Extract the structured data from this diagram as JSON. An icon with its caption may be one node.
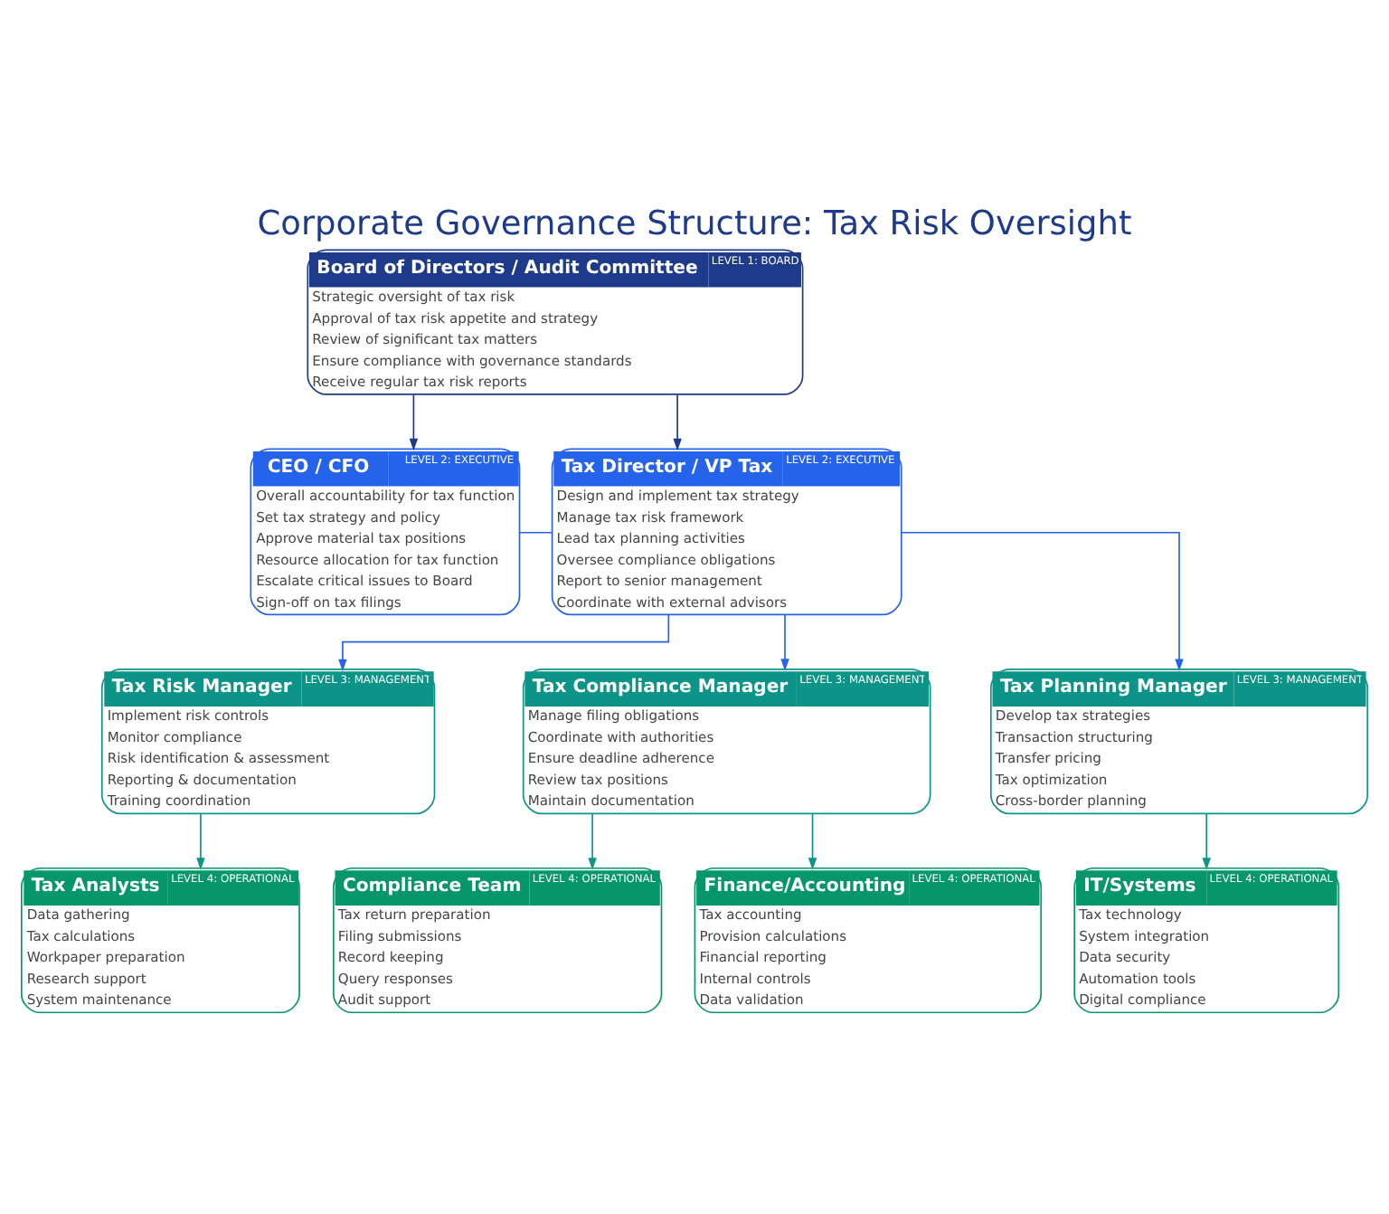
{
  "diagram": {
    "title": "Corporate Governance Structure: Tax Risk Oversight",
    "nodes": [
      {
        "text": [
          "Board of Directors / Audit Committee",
          "LEVEL 1: BOARD",
          "Strategic oversight of tax risk",
          "Approval of tax risk appetite and strategy",
          "Review of significant tax matters",
          "Ensure compliance with governance standards",
          "Receive regular tax risk reports"
        ]
      },
      {
        "text": [
          "CEO / CFO",
          "LEVEL 2: EXECUTIVE",
          "Overall accountability for tax function",
          "Set tax strategy and policy",
          "Approve material tax positions",
          "Resource allocation for tax function",
          "Escalate critical issues to Board",
          "Sign-off on tax filings"
        ]
      },
      {
        "text": [
          "Tax Director / VP Tax",
          "LEVEL 2: EXECUTIVE",
          "Design and implement tax strategy",
          "Manage tax risk framework",
          "Lead tax planning activities",
          "Oversee compliance obligations",
          "Report to senior management",
          "Coordinate with external advisors"
        ]
      },
      {
        "text": [
          "Tax Risk Manager",
          "LEVEL 3: MANAGEMENT",
          "Implement risk controls",
          "Monitor compliance",
          "Risk identification & assessment",
          "Reporting & documentation",
          "Training coordination"
        ]
      },
      {
        "text": [
          "Tax Compliance Manager",
          "LEVEL 3: MANAGEMENT",
          "Manage filing obligations",
          "Coordinate with authorities",
          "Ensure deadline adherence",
          "Review tax positions",
          "Maintain documentation"
        ]
      },
      {
        "text": [
          "Tax Planning Manager",
          "LEVEL 3: MANAGEMENT",
          "Develop tax strategies",
          "Transaction structuring",
          "Transfer pricing",
          "Tax optimization",
          "Cross-border planning"
        ]
      },
      {
        "text": [
          "Tax Analysts",
          "LEVEL 4: OPERATIONAL",
          "Data gathering",
          "Tax calculations",
          "Workpaper preparation",
          "Research support",
          "System maintenance"
        ]
      },
      {
        "text": [
          "Compliance Team",
          "LEVEL 4: OPERATIONAL",
          "Tax return preparation",
          "Filing submissions",
          "Record keeping",
          "Query responses",
          "Audit support"
        ]
      },
      {
        "text": [
          "Finance/Accounting",
          "LEVEL 4: OPERATIONAL",
          "Tax accounting",
          "Provision calculations",
          "Financial reporting",
          "Internal controls",
          "Data validation"
        ]
      },
      {
        "text": [
          "IT/Systems",
          "LEVEL 4: OPERATIONAL",
          "Tax technology",
          "System integration",
          "Data security",
          "Automation tools",
          "Digital compliance"
        ]
      }
    ],
    "edges": [
      {
        "from": 0,
        "to": 1,
        "arrow": "to",
        "color": "#1e3a8a"
      },
      {
        "from": 0,
        "to": 2,
        "arrow": "to",
        "color": "#1e3a8a"
      },
      {
        "from": 1,
        "to": 2,
        "arrow": "none"
      },
      {
        "from": 2,
        "to": 3,
        "arrow": "to"
      },
      {
        "from": 2,
        "to": 4,
        "arrow": "to"
      },
      {
        "from": 2,
        "to": 5,
        "arrow": "to"
      },
      {
        "from": 3,
        "to": 6,
        "arrow": "to",
        "color": "#0d9488"
      },
      {
        "from": 4,
        "to": 7,
        "arrow": "to",
        "color": "#0d9488"
      },
      {
        "from": 4,
        "to": 8,
        "arrow": "to",
        "color": "#0d9488"
      },
      {
        "from": 5,
        "to": 9,
        "arrow": "to",
        "color": "#0d9488"
      }
    ]
  }
}
